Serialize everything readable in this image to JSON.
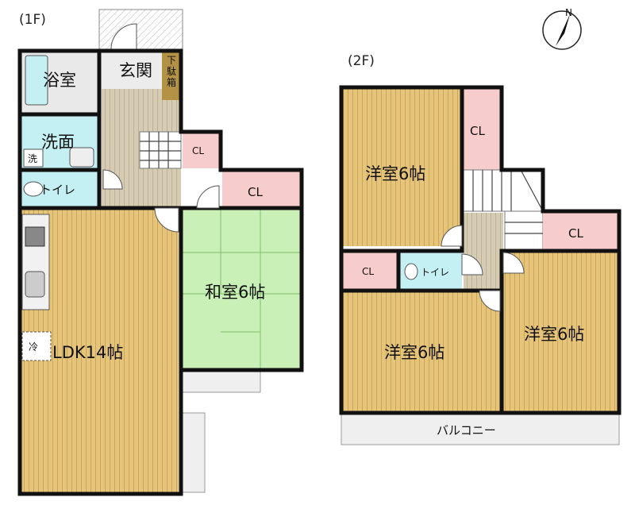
{
  "floors": {
    "first": {
      "label": "(1F)",
      "rooms": {
        "bath": "浴室",
        "washroom": "洗面",
        "washer": "洗",
        "toilet": "トイレ",
        "entrance": "玄関",
        "shoe_box": "下駄箱",
        "closet_stair": "CL",
        "closet_japanese": "CL",
        "ldk": "LDK14帖",
        "fridge": "冷",
        "japanese_room": "和室6帖"
      }
    },
    "second": {
      "label": "(2F)",
      "rooms": {
        "western_north": "洋室6帖",
        "closet_north": "CL",
        "closet_east": "CL",
        "closet_west": "CL",
        "toilet": "トイレ",
        "western_southwest": "洋室6帖",
        "western_southeast": "洋室6帖",
        "balcony": "バルコニー"
      }
    }
  },
  "compass": {
    "label": "N",
    "icon": "north-arrow-icon"
  },
  "colors": {
    "flooring": "#e6c57a",
    "flooring_line": "#c9a55a",
    "tatami": "#c9f0b6",
    "tatami_line": "#7fbf6a",
    "wet_area": "#c4f0f4",
    "closet": "#f7cccc",
    "hall": "#d6ccb3",
    "shoe_box": "#b39246",
    "terrace": "#efefef",
    "wall": "#111111"
  }
}
